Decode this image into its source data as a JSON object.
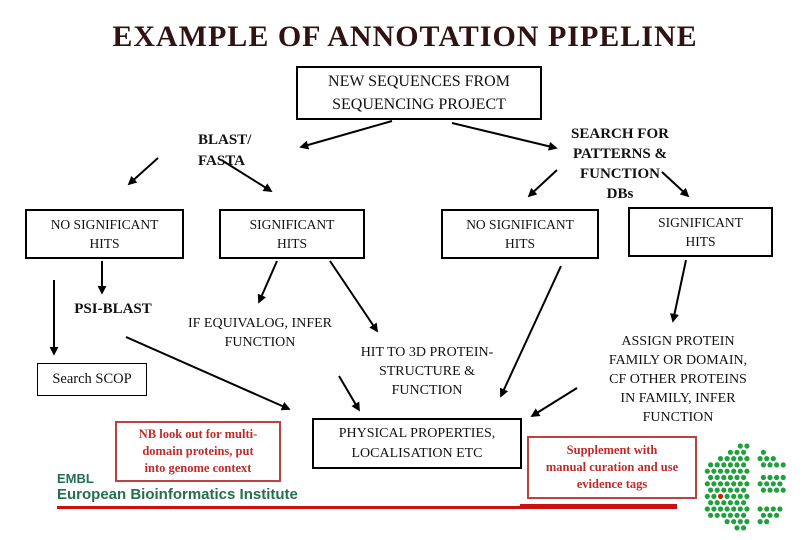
{
  "title": "EXAMPLE OF ANNOTATION PIPELINE",
  "colors": {
    "title": "#301212",
    "text": "#111111",
    "red_text": "#c22a2a",
    "red_border": "#bf4040",
    "line_red": "#cc1111",
    "green_text": "#246e52",
    "logo_green": "#1fa03c",
    "logo_red": "#cc2200"
  },
  "nodes": {
    "new_sequences": {
      "line1": "NEW SEQUENCES FROM",
      "line2": "SEQUENCING PROJECT"
    },
    "blast_fasta": {
      "line1": "BLAST/",
      "line2": "FASTA"
    },
    "search_patterns": {
      "line1": "SEARCH FOR",
      "line2": "PATTERNS &",
      "line3": "FUNCTION",
      "line4": "DBs"
    },
    "no_hits_blast": {
      "line1": "NO SIGNIFICANT",
      "line2": "HITS"
    },
    "hits_blast": {
      "line1": "SIGNIFICANT",
      "line2": "HITS"
    },
    "no_hits_patterns": {
      "line1": "NO SIGNIFICANT",
      "line2": "HITS"
    },
    "hits_patterns": {
      "line1": "SIGNIFICANT",
      "line2": "HITS"
    },
    "psi_blast": {
      "line1": "PSI-BLAST"
    },
    "equivalog": {
      "line1": "IF EQUIVALOG, INFER",
      "line2": "FUNCTION"
    },
    "search_scop": {
      "line1": "Search SCOP"
    },
    "hit_3d": {
      "line1": "HIT TO 3D PROTEIN-",
      "line2": "STRUCTURE &",
      "line3": "FUNCTION"
    },
    "assign_family": {
      "line1": "ASSIGN PROTEIN",
      "line2": "FAMILY OR DOMAIN,",
      "line3": "CF OTHER PROTEINS",
      "line4": "IN FAMILY, INFER",
      "line5": "FUNCTION"
    },
    "nb_note": {
      "line1": "NB look out for multi-",
      "line2": "domain proteins, put",
      "line3": "into genome context"
    },
    "physical": {
      "line1": "PHYSICAL PROPERTIES,",
      "line2": "LOCALISATION ETC"
    },
    "supplement": {
      "line1": "Supplement with",
      "line2": "manual curation and use",
      "line3": "evidence tags"
    }
  },
  "footer": {
    "org": "EMBL",
    "institute": "European Bioinformatics Institute"
  },
  "edges": [
    [
      392,
      121,
      301,
      147
    ],
    [
      452,
      123,
      556,
      148
    ],
    [
      158,
      158,
      129,
      184
    ],
    [
      223,
      161,
      271,
      191
    ],
    [
      557,
      170,
      529,
      196
    ],
    [
      662,
      172,
      688,
      196
    ],
    [
      102,
      261,
      102,
      293
    ],
    [
      54,
      280,
      54,
      354
    ],
    [
      126,
      337,
      289,
      409
    ],
    [
      277,
      261,
      259,
      302
    ],
    [
      330,
      261,
      377,
      331
    ],
    [
      561,
      266,
      501,
      396
    ],
    [
      339,
      376,
      359,
      410
    ],
    [
      686,
      260,
      673,
      321
    ],
    [
      577,
      388,
      532,
      416
    ]
  ]
}
